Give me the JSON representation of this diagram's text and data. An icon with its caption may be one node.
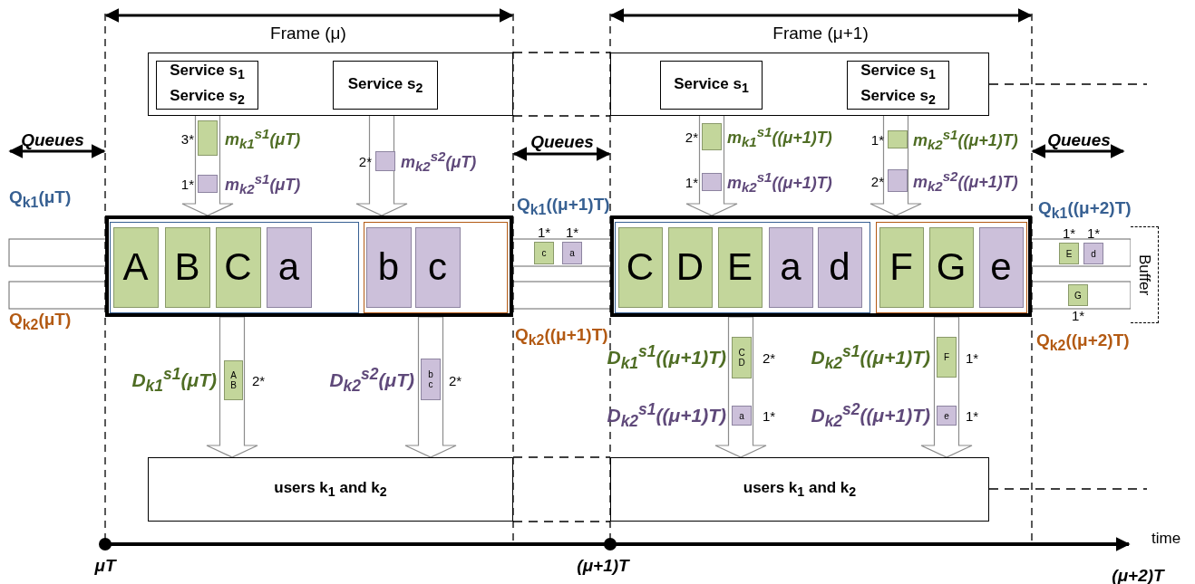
{
  "diagram": {
    "nodes": [
      {
        "text": [],
        "shape": "box"
      },
      {
        "text": [
          "Service s$_{1}$",
          "Service s$_{2}$"
        ],
        "in": 0
      },
      {
        "text": [
          "Service s$_{2}$"
        ],
        "in": 0
      },
      {
        "text": [],
        "shape": "box"
      },
      {
        "text": [
          "Service s$_{1}$"
        ],
        "in": 3
      },
      {
        "text": [
          "Service s$_{1}$",
          "Service s$_{2}$"
        ],
        "in": 3
      },
      {
        "text": [],
        "shape": "box"
      },
      {
        "text": [],
        "shape": "box",
        "in": 6
      },
      {
        "text": [
          "A"
        ],
        "in": 7
      },
      {
        "text": [
          "B"
        ],
        "in": 7
      },
      {
        "text": [
          "C"
        ],
        "in": 7
      },
      {
        "text": [
          "a"
        ],
        "in": 7
      },
      {
        "text": [],
        "shape": "box",
        "in": 6
      },
      {
        "text": [
          "b"
        ],
        "in": 12
      },
      {
        "text": [
          "c"
        ],
        "in": 12
      },
      {
        "text": [],
        "shape": "box"
      },
      {
        "text": [],
        "shape": "box",
        "in": 15
      },
      {
        "text": [
          "C"
        ],
        "in": 16
      },
      {
        "text": [
          "D"
        ],
        "in": 16
      },
      {
        "text": [
          "E"
        ],
        "in": 16
      },
      {
        "text": [
          "a"
        ],
        "in": 16
      },
      {
        "text": [
          "d"
        ],
        "in": 16
      },
      {
        "text": [],
        "shape": "box",
        "in": 15
      },
      {
        "text": [
          "F"
        ],
        "in": 22
      },
      {
        "text": [
          "G"
        ],
        "in": 22
      },
      {
        "text": [
          "e"
        ],
        "in": 22
      },
      {
        "text": [
          "users k$_{1}$ and k$_{2}$"
        ]
      },
      {
        "text": [
          "users k$_{1}$ and k$_{2}$"
        ]
      },
      {
        "text": [],
        "shape": "box",
        "beside": [
          "3*",
          "m$_{k1}$$^{s1}$(μT)"
        ]
      },
      {
        "text": [],
        "shape": "box",
        "beside": [
          "1*",
          "m$_{k2}$$^{s1}$(μT)"
        ]
      },
      {
        "text": [],
        "shape": "box",
        "beside": [
          "2*",
          "m$_{k2}$$^{s2}$(μT)"
        ]
      },
      {
        "text": [],
        "shape": "box",
        "beside": [
          "2*",
          "m$_{k1}$$^{s1}$((μ+1)T)"
        ]
      },
      {
        "text": [],
        "shape": "box",
        "beside": [
          "1*",
          "m$_{k2}$$^{s1}$((μ+1)T)"
        ]
      },
      {
        "text": [],
        "shape": "box",
        "beside": [
          "1*",
          "m$_{k2}$$^{s1}$((μ+1)T)"
        ]
      },
      {
        "text": [],
        "shape": "box",
        "beside": [
          "2*",
          "m$_{k2}$$^{s2}$((μ+1)T)"
        ]
      },
      {
        "text": [
          "A B"
        ],
        "beside": [
          "D$_{k1}$$^{s1}$(μT)",
          "2*"
        ]
      },
      {
        "text": [
          "b c"
        ],
        "beside": [
          "D$_{k2}$$^{s2}$(μT)",
          "2*"
        ]
      },
      {
        "text": [
          "C D"
        ],
        "beside": [
          "D$_{k1}$$^{s1}$((μ+1)T)",
          "2*"
        ]
      },
      {
        "text": [
          "a"
        ],
        "beside": [
          "D$_{k2}$$^{s1}$((μ+1)T)",
          "1*"
        ]
      },
      {
        "text": [
          "F"
        ],
        "beside": [
          "D$_{k2}$$^{s1}$((μ+1)T)",
          "1*"
        ]
      },
      {
        "text": [
          "e"
        ],
        "beside": [
          "D$_{k2}$$^{s2}$((μ+1)T)",
          "1*"
        ]
      },
      {
        "text": [
          "c"
        ],
        "beside": [
          "1*"
        ]
      },
      {
        "text": [
          "a"
        ],
        "beside": [
          "1*"
        ]
      },
      {
        "text": [
          "E"
        ],
        "beside": [
          "1*"
        ]
      },
      {
        "text": [
          "d"
        ],
        "beside": [
          "1*"
        ]
      },
      {
        "text": [
          "G"
        ],
        "beside": [
          "1*"
        ]
      },
      {
        "text": [
          "Buffer"
        ]
      }
    ],
    "edges": [
      {
        "from": 1,
        "to": 6,
        "arrow": "to"
      },
      {
        "from": 2,
        "to": 6,
        "arrow": "to"
      },
      {
        "from": 4,
        "to": 15,
        "arrow": "to"
      },
      {
        "from": 5,
        "to": 15,
        "arrow": "to"
      },
      {
        "from": 6,
        "to": 26,
        "arrow": "to"
      },
      {
        "from": 6,
        "to": 26,
        "arrow": "to"
      },
      {
        "from": 15,
        "to": 27,
        "arrow": "to"
      },
      {
        "from": 15,
        "to": 27,
        "arrow": "to"
      }
    ],
    "labels": [
      "Frame (μ)",
      "Frame (μ+1)",
      "Queues",
      "Queues",
      "Queues",
      "Q$_{k1}$(μT)",
      "Q$_{k1}$((μ+1)T)",
      "Q$_{k1}$((μ+2)T)",
      "Q$_{k2}$(μT)",
      "Q$_{k2}$((μ+1)T)",
      "Q$_{k2}$((μ+2)T)",
      "time",
      "μT",
      "(μ+1)T",
      "(μ+2)T"
    ]
  }
}
